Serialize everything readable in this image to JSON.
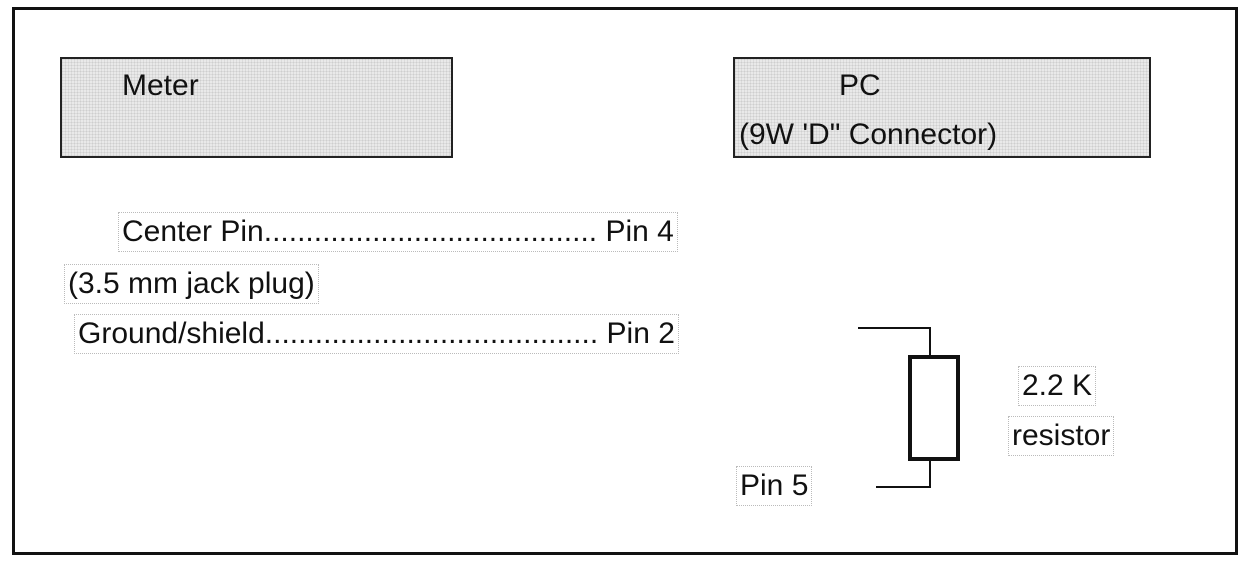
{
  "meter_box": {
    "label": "Meter"
  },
  "pc_box": {
    "title": "PC",
    "subtitle": "(9W 'D\" Connector)"
  },
  "connections": {
    "center_pin": "Center Pin........................................ Pin 4",
    "jack_note": "(3.5 mm jack plug)",
    "ground": "Ground/shield........................................ Pin 2",
    "pin5": "Pin 5"
  },
  "resistor": {
    "value": "2.2 K",
    "label": "resistor"
  }
}
